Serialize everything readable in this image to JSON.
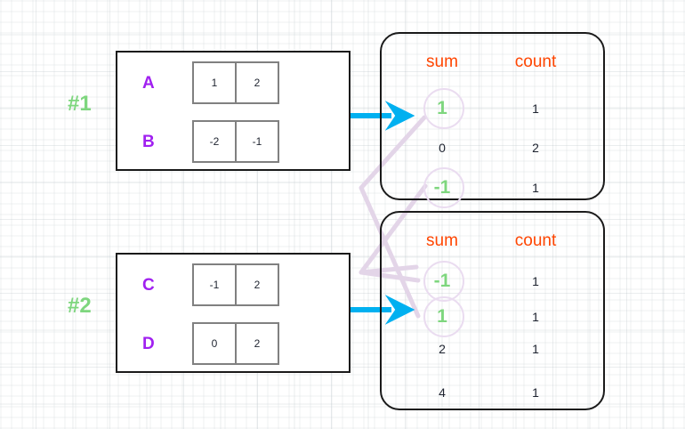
{
  "diagram": {
    "title": "",
    "background": "grid-paper",
    "colors": {
      "group_label": "#7ed67e",
      "key_label": "#a020f0",
      "header": "#ff4500",
      "highlight_value": "#7ed67e",
      "highlight_circle": "#eadcf0",
      "arrow": "#00b0f0",
      "link_line": "#e3d5e8",
      "box_border": "#1a1a1a",
      "cell_border": "#808080"
    }
  },
  "groups": [
    {
      "label": "#1",
      "rows": [
        {
          "key": "A",
          "values": [
            "1",
            "2"
          ]
        },
        {
          "key": "B",
          "values": [
            "-2",
            "-1"
          ]
        }
      ]
    },
    {
      "label": "#2",
      "rows": [
        {
          "key": "C",
          "values": [
            "-1",
            "2"
          ]
        },
        {
          "key": "D",
          "values": [
            "0",
            "2"
          ]
        }
      ]
    }
  ],
  "tables": [
    {
      "name": "aggregate-table-1",
      "headers": {
        "sum": "sum",
        "count": "count"
      },
      "rows": [
        {
          "sum": "1",
          "count": "1",
          "highlighted": true
        },
        {
          "sum": "0",
          "count": "2",
          "highlighted": false
        },
        {
          "sum": "-1",
          "count": "1",
          "highlighted": true
        }
      ]
    },
    {
      "name": "aggregate-table-2",
      "headers": {
        "sum": "sum",
        "count": "count"
      },
      "rows": [
        {
          "sum": "-1",
          "count": "1",
          "highlighted": true
        },
        {
          "sum": "1",
          "count": "1",
          "highlighted": true
        },
        {
          "sum": "2",
          "count": "1",
          "highlighted": false
        },
        {
          "sum": "4",
          "count": "1",
          "highlighted": false
        }
      ]
    }
  ],
  "arrows": [
    {
      "name": "arrow-group1-to-table1",
      "from": "#1",
      "to": "aggregate-table-1"
    },
    {
      "name": "arrow-group2-to-table2",
      "from": "#2",
      "to": "aggregate-table-2"
    }
  ],
  "links": [
    {
      "name": "link-sum-1",
      "from_table": 1,
      "from_value": "1",
      "to_table": 2,
      "to_value": "1"
    },
    {
      "name": "link-sum-minus-1",
      "from_table": 1,
      "from_value": "-1",
      "to_table": 2,
      "to_value": "-1"
    }
  ]
}
